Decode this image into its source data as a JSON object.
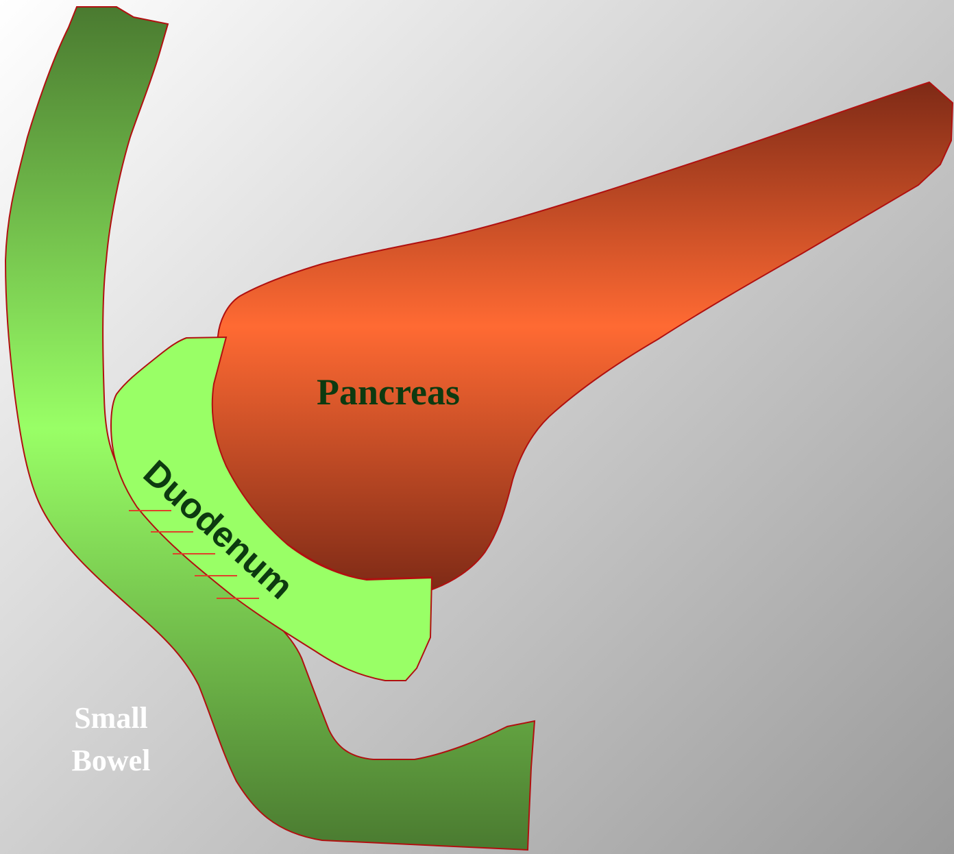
{
  "labels": {
    "pancreas": "Pancreas",
    "duodenum": "Duodenum",
    "small_bowel_line1": "Small",
    "small_bowel_line2": "Bowel"
  },
  "colors": {
    "pancreas_edge": "#7e2a16",
    "pancreas_mid": "#ff6a33",
    "duodenum_fill": "#99ff66",
    "bowel_dark": "#4a7a30",
    "bowel_light": "#99ff66",
    "outline": "#b01010",
    "organ_text": "#0d3a10",
    "bowel_text": "#ffffff"
  }
}
